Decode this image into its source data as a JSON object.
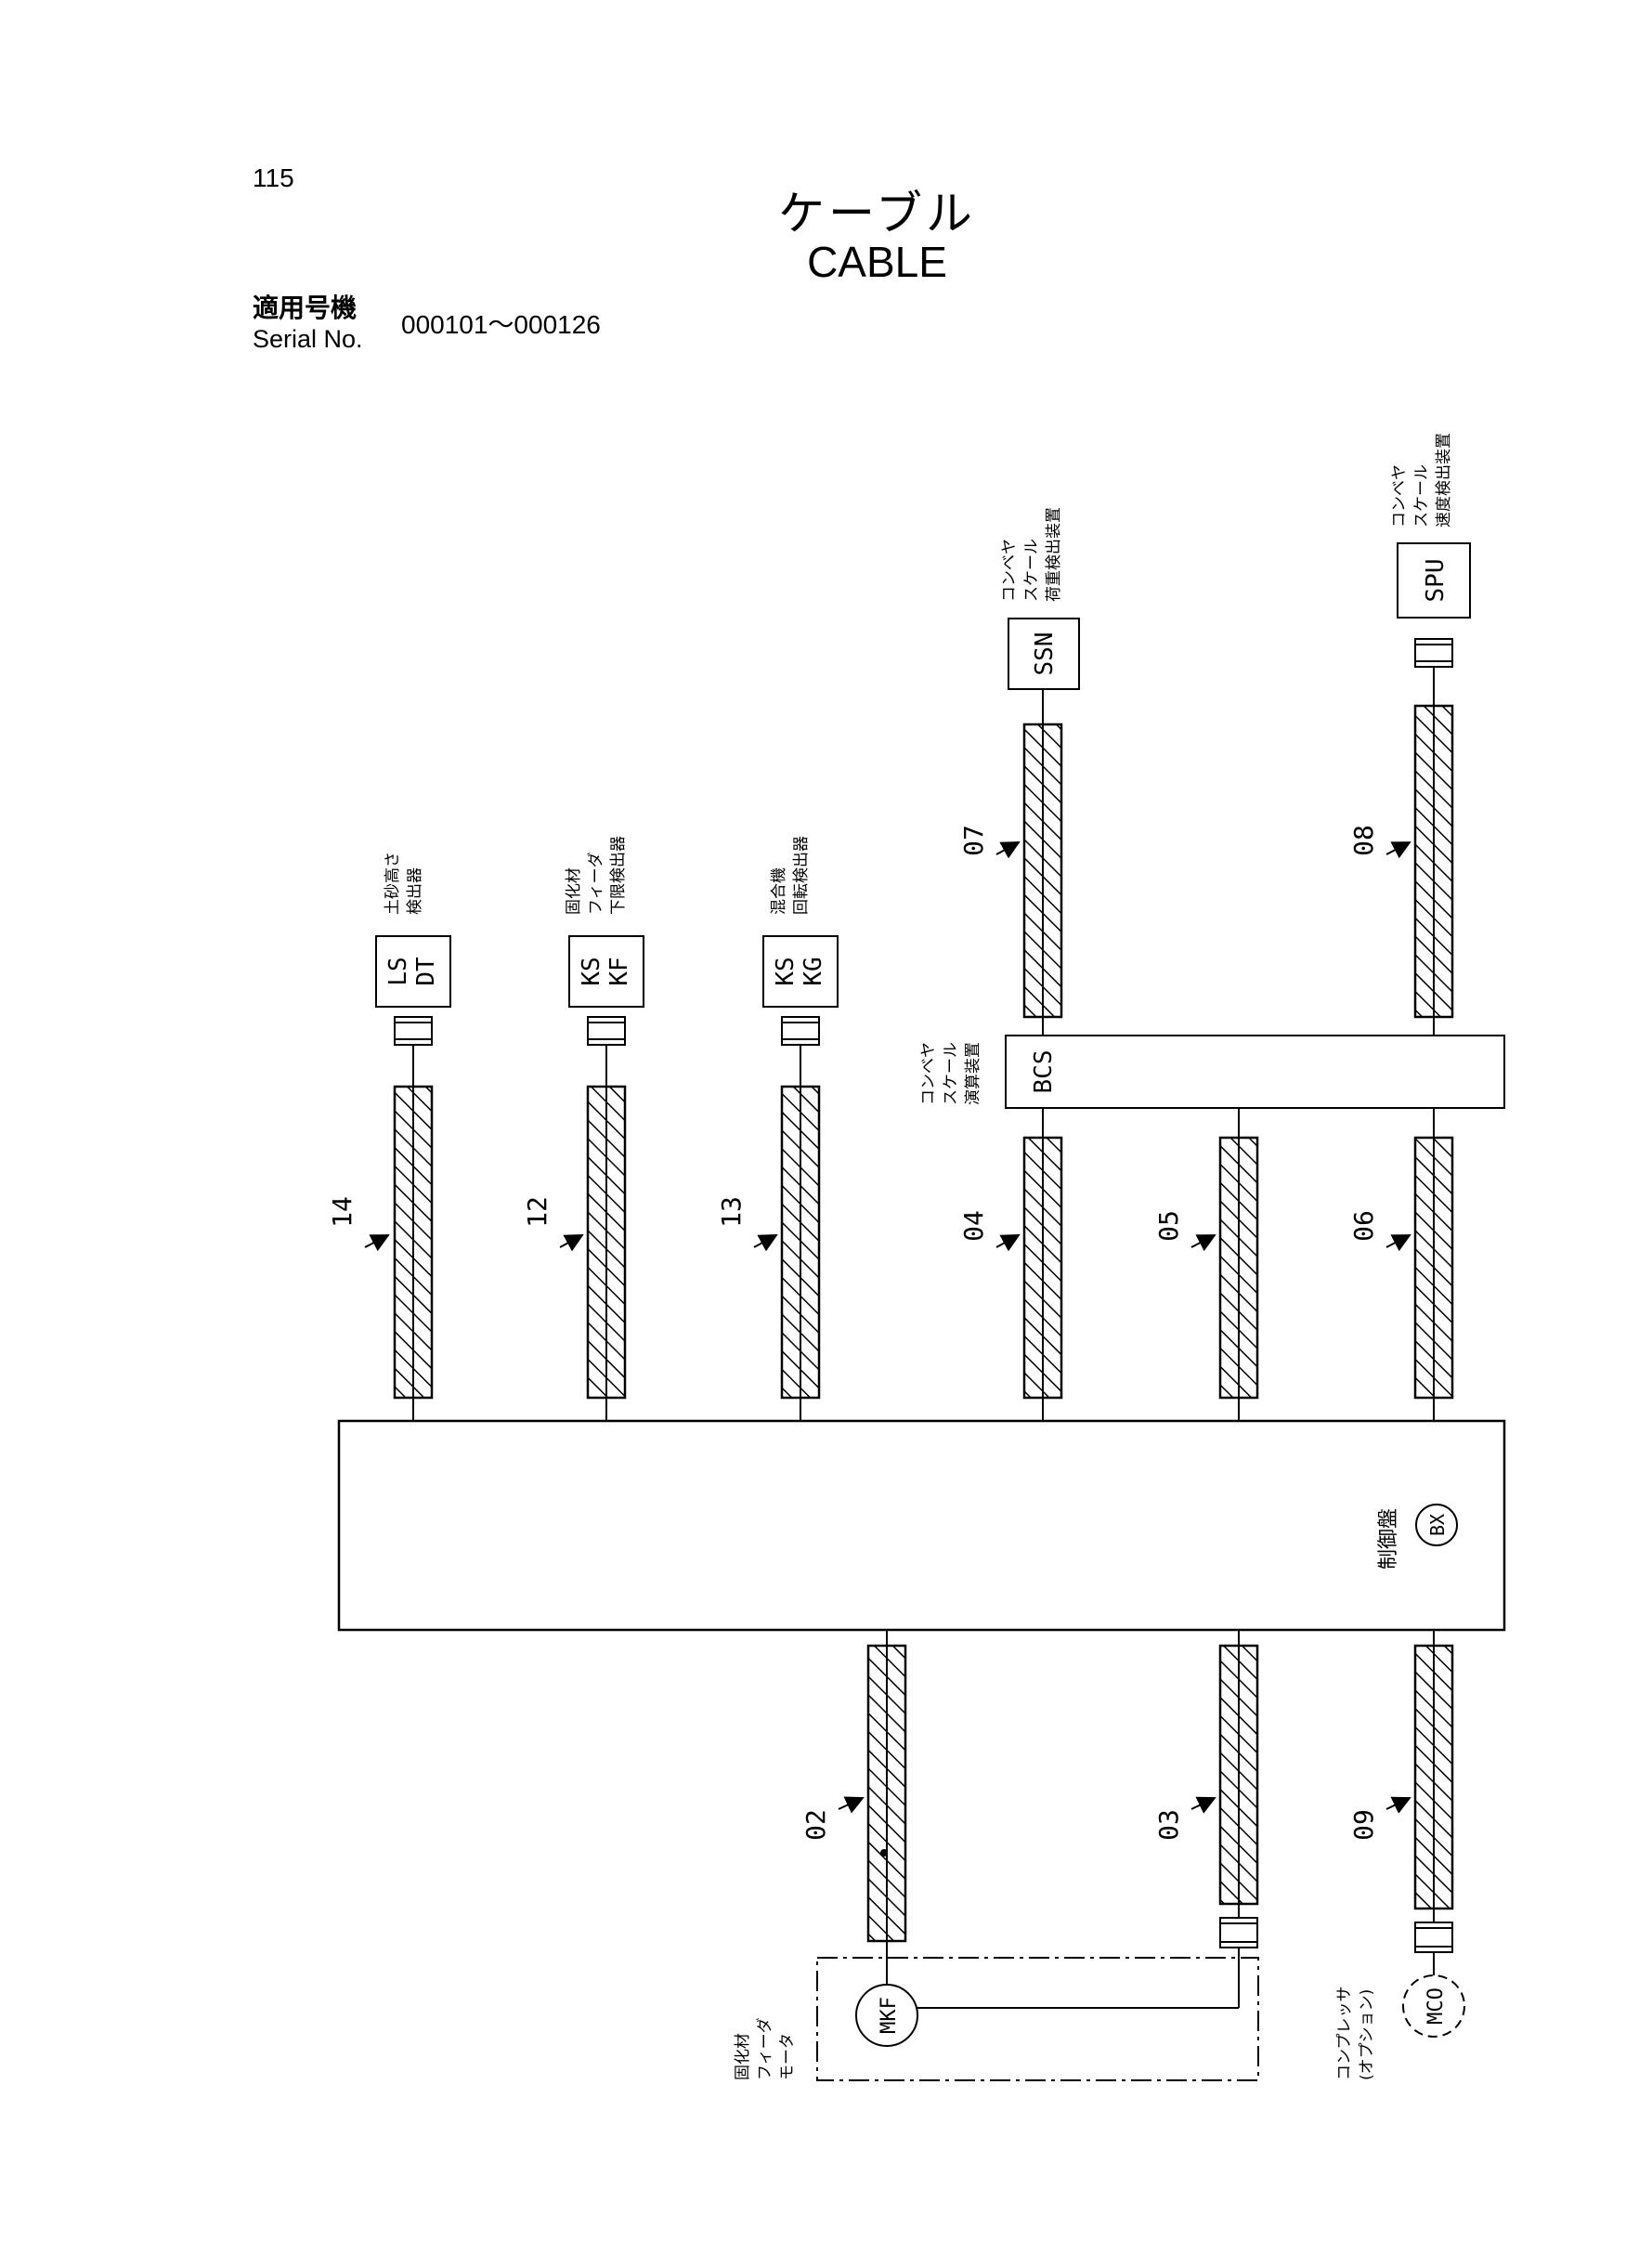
{
  "header": {
    "page_number": "115",
    "title_ja": "ケーブル",
    "title_en": "CABLE",
    "serial_label_ja": "適用号機",
    "serial_label_en": "Serial No.",
    "serial_range": "000101～000126"
  },
  "control_panel": {
    "code": "BX",
    "label": "制御盤"
  },
  "components": {
    "lsdt": {
      "code_line1": "LS",
      "code_line2": "DT",
      "label_lines": [
        "土砂高さ",
        "検出器"
      ]
    },
    "kskf": {
      "code_line1": "KS",
      "code_line2": "KF",
      "label_lines": [
        "固化材",
        "フィーダ",
        "下限検出器"
      ]
    },
    "kskg": {
      "code_line1": "KS",
      "code_line2": "KG",
      "label_lines": [
        "混合機",
        "回転検出器"
      ]
    },
    "ssn": {
      "code": "SSN",
      "label_lines": [
        "コンベヤ",
        "スケール",
        "荷重検出装置"
      ]
    },
    "spu": {
      "code": "SPU",
      "label_lines": [
        "コンベヤ",
        "スケール",
        "速度検出装置"
      ]
    },
    "bcs": {
      "code": "BCS",
      "label_lines": [
        "コンベヤ",
        "スケール",
        "演算装置"
      ]
    },
    "mkf": {
      "code": "MKF",
      "label_lines": [
        "固化材",
        "フィーダ",
        "モータ"
      ]
    },
    "mco": {
      "code": "MCO",
      "label_lines": [
        "コンプレッサ",
        "(オプション)"
      ]
    }
  },
  "cables": {
    "c14": "14",
    "c12": "12",
    "c13": "13",
    "c04": "04",
    "c05": "05",
    "c06": "06",
    "c07": "07",
    "c08": "08",
    "c02": "02",
    "c03": "03",
    "c09": "09"
  }
}
